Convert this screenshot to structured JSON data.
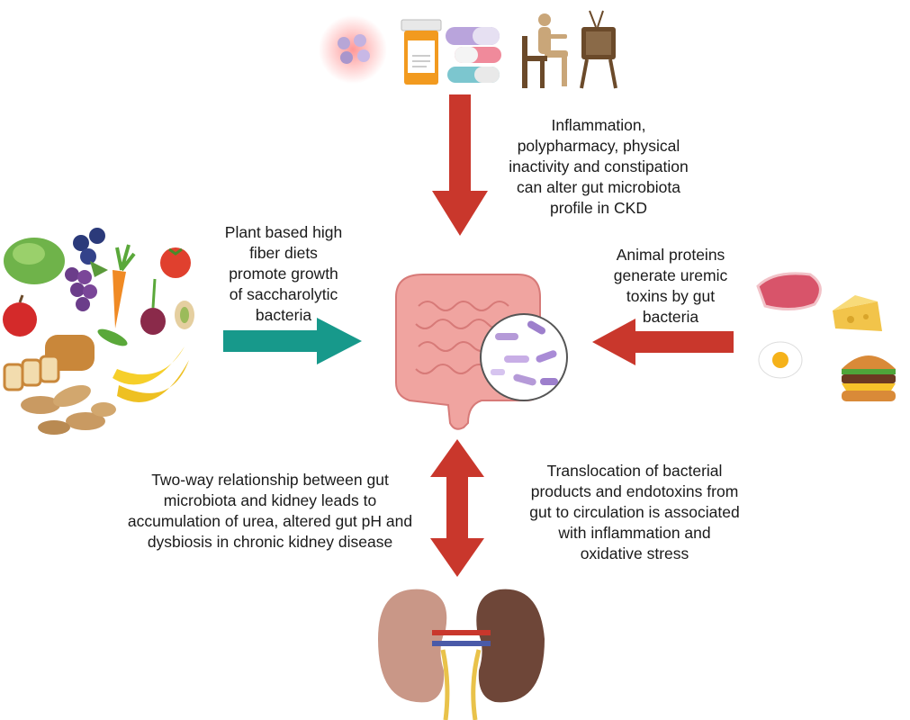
{
  "colors": {
    "red_arrow": "#c9372c",
    "teal_arrow": "#17998b",
    "text": "#1a1a1a"
  },
  "icons": {
    "top": [
      "inflammation-cells-icon",
      "pill-bottle-icon",
      "capsules-icon",
      "sitting-person-icon",
      "television-icon"
    ],
    "left": [
      "lettuce-icon",
      "grapes-icon",
      "carrot-icon",
      "tomato-icon",
      "apple-icon",
      "onion-icon",
      "pistachio-icon",
      "bread-icon",
      "pea-pod-icon",
      "banana-icon",
      "peanuts-icon"
    ],
    "right": [
      "steak-icon",
      "cheese-icon",
      "fried-egg-icon",
      "burger-icon"
    ],
    "center": [
      "intestine-icon",
      "bacteria-magnifier-icon"
    ],
    "bottom": [
      "kidneys-icon"
    ]
  },
  "labels": {
    "top": [
      "Inflammation,",
      "polypharmacy, physical",
      "inactivity and constipation",
      "can alter gut microbiota",
      "profile in CKD"
    ],
    "left": [
      "Plant based high",
      "fiber diets",
      "promote growth",
      "of saccharolytic",
      "bacteria"
    ],
    "right": [
      "Animal proteins",
      "generate uremic",
      "toxins by gut",
      "bacteria"
    ],
    "bottom_left": [
      "Two-way relationship between gut",
      "microbiota and kidney leads to",
      "accumulation of urea, altered gut pH and",
      "dysbiosis in chronic kidney disease"
    ],
    "bottom_right": [
      "Translocation of bacterial",
      "products and endotoxins from",
      "gut to circulation is associated",
      "with inflammation and",
      "oxidative stress"
    ]
  }
}
